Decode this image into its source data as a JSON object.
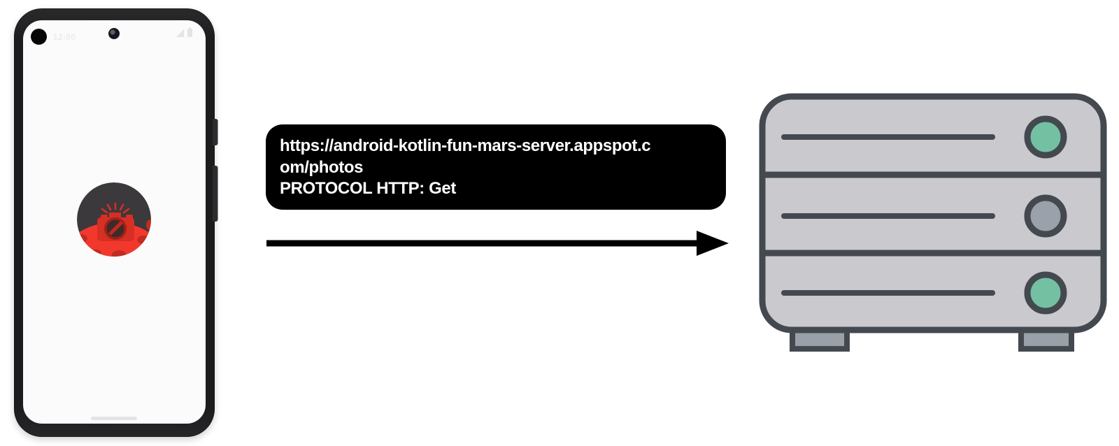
{
  "scene": {
    "background": "#ffffff",
    "kind": "android-app-to-web-server-request-diagram"
  },
  "phone": {
    "frame_color": "#1c1c1e",
    "screen_color": "#fbfbfb",
    "status_bar": {
      "time": "12:00",
      "icons": [
        "signal-icon",
        "battery-icon"
      ]
    },
    "app_icon": {
      "name": "mars-photos-app-icon",
      "sky_color": "#3b393c",
      "planet_color": "#f2382c",
      "crater_color": "#c22b20",
      "camera_color": "#d62f24"
    }
  },
  "request": {
    "lines": [
      "https://android-kotlin-fun-mars-server.appspot.c",
      "om/photos",
      "PROTOCOL HTTP: Get"
    ],
    "bubble_bg": "#000000",
    "text_color": "#ffffff"
  },
  "arrow": {
    "direction": "right",
    "color": "#000000"
  },
  "server": {
    "body_color": "#c9c9ce",
    "outline_color": "#43494f",
    "foot_color": "#9aa0a8",
    "leds": [
      {
        "position": "top",
        "color_name": "green",
        "hex": "#74c0a3"
      },
      {
        "position": "middle",
        "color_name": "gray",
        "hex": "#9ba1ab"
      },
      {
        "position": "bottom",
        "color_name": "green",
        "hex": "#74c0a3"
      }
    ]
  }
}
